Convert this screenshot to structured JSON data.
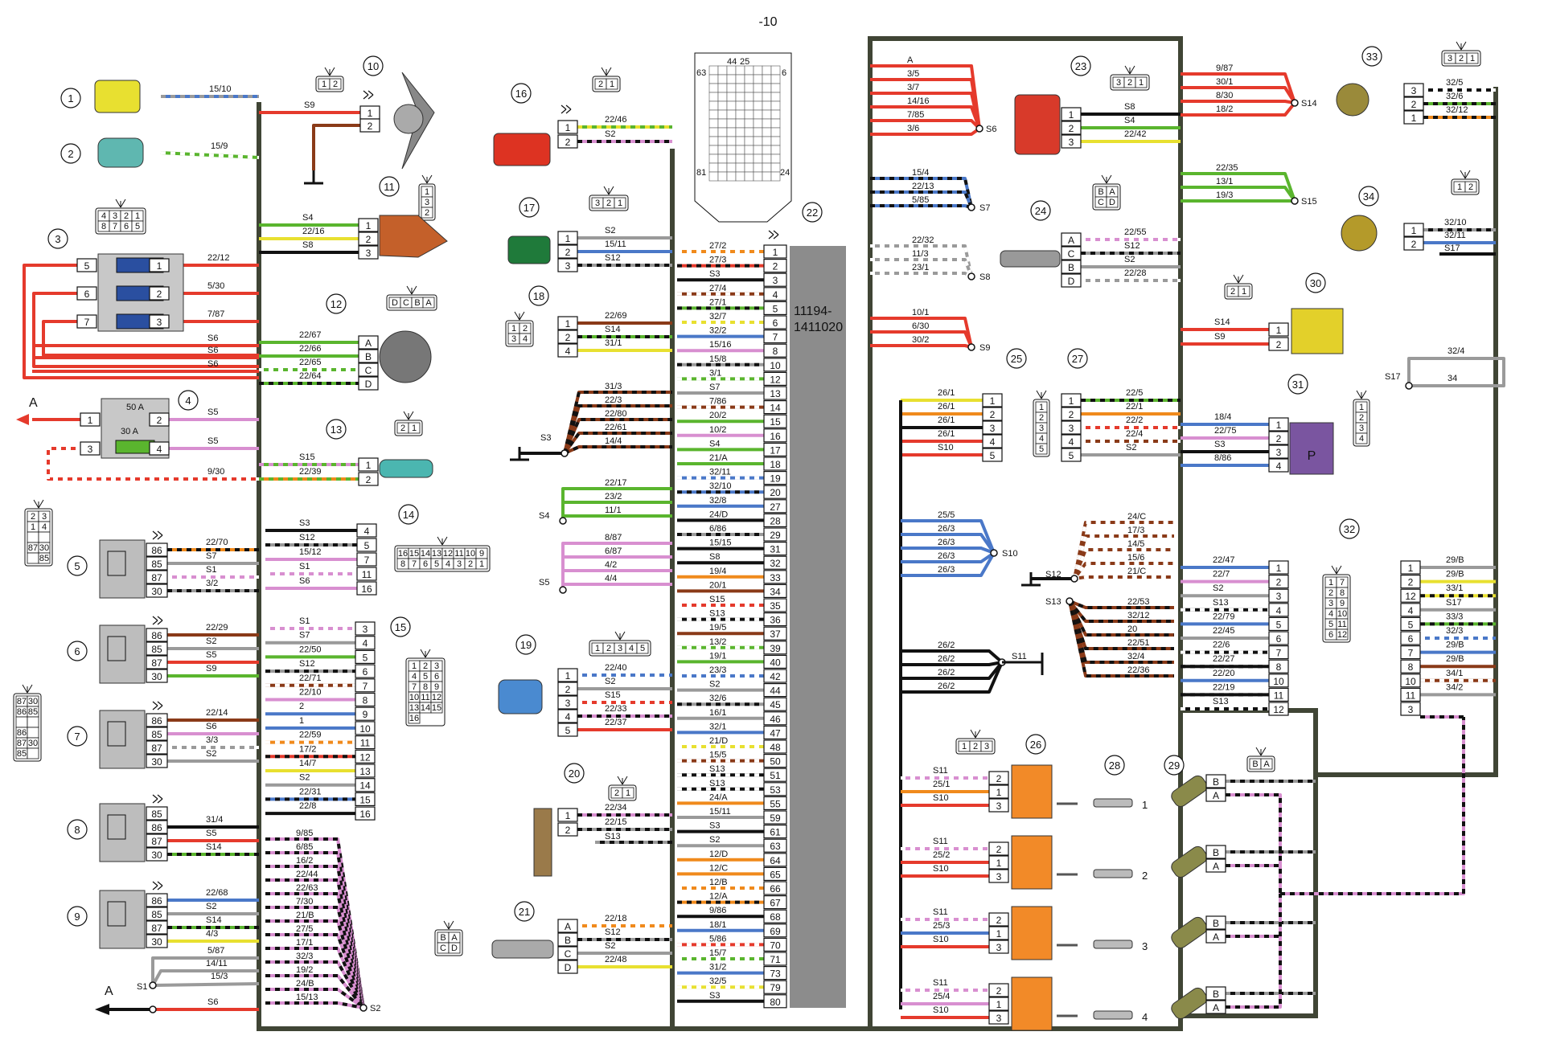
{
  "diagram": {
    "page_mark": "-10",
    "ecu_id": [
      "11194-",
      "1411020"
    ],
    "relay_terms": [
      "86",
      "85",
      "87",
      "30"
    ],
    "fuse_box": {
      "f1": "50 A",
      "f2": "30 A"
    },
    "circled_numbers": [
      "1",
      "2",
      "3",
      "4",
      "5",
      "6",
      "7",
      "8",
      "9",
      "10",
      "11",
      "12",
      "13",
      "14",
      "15",
      "16",
      "17",
      "18",
      "19",
      "20",
      "21",
      "22",
      "23",
      "24",
      "25",
      "26",
      "27",
      "28",
      "29",
      "30",
      "31",
      "32",
      "33",
      "34"
    ],
    "left_wires": [
      {
        "num": "1",
        "label": "15/10"
      },
      {
        "num": "2",
        "label": "15/9"
      }
    ],
    "fuse3_wires": [
      "22/12",
      "5/30",
      "7/87",
      "S6",
      "S6",
      "S6"
    ],
    "fuse4_wires": [
      "S5",
      "S5",
      "9/30"
    ],
    "relay5_wires": [
      "22/70",
      "S7",
      "S1",
      "3/2"
    ],
    "relay6_wires": [
      "22/29",
      "S2",
      "S5",
      "S9"
    ],
    "relay7_wires": [
      "22/14",
      "S6",
      "3/3",
      "S2"
    ],
    "relay8_wires": [
      "31/4",
      "S5",
      "S14"
    ],
    "relay9_wires": [
      "22/68",
      "S2",
      "S14",
      "4/3"
    ],
    "s1_wires": [
      "5/87",
      "14/11",
      "15/3"
    ],
    "bottom_left": {
      "wire": "S6",
      "arrow": "A",
      "node": "S1"
    },
    "top_arrow": "A",
    "comp10_wires": [
      "S9"
    ],
    "comp11_wires": [
      "S4",
      "22/16",
      "S8"
    ],
    "comp12_wires": [
      "22/67",
      "22/66",
      "22/65",
      "22/64"
    ],
    "comp12_pins": [
      "A",
      "B",
      "C",
      "D"
    ],
    "comp12_conn": [
      "D",
      "C",
      "B",
      "A"
    ],
    "comp13_wires": [
      "S15",
      "22/39"
    ],
    "comp14_wires": [
      "S3",
      "S12",
      "15/12",
      "S1",
      "S6"
    ],
    "comp14_pins": [
      "4",
      "5",
      "7",
      "11",
      "16"
    ],
    "comp14_conn_top": [
      "16",
      "15",
      "14",
      "13",
      "12",
      "11",
      "10",
      "9"
    ],
    "comp14_conn_bot": [
      "8",
      "7",
      "6",
      "5",
      "4",
      "3",
      "2",
      "1"
    ],
    "comp15_wires": [
      "S1",
      "S7",
      "22/50",
      "S12",
      "22/71",
      "22/10",
      "2",
      "1",
      "22/59",
      "17/2",
      "14/7",
      "S2",
      "22/31",
      "22/8"
    ],
    "comp15_pins": [
      "3",
      "4",
      "5",
      "6",
      "7",
      "8",
      "9",
      "10",
      "11",
      "12",
      "13",
      "14",
      "15",
      "16"
    ],
    "comp15_conn": [
      "1",
      "2",
      "3",
      "4",
      "5",
      "6",
      "7",
      "8",
      "9",
      "10",
      "11",
      "12",
      "13",
      "14",
      "15",
      "16"
    ],
    "s2_bundle": [
      "9/85",
      "6/85",
      "16/2",
      "22/44",
      "22/63",
      "7/30",
      "21/B",
      "27/5",
      "17/1",
      "32/3",
      "19/2",
      "24/B",
      "15/13"
    ],
    "s2_node": "S2",
    "comp16_wires": [
      "22/46",
      "S2"
    ],
    "comp17_wires": [
      "S2",
      "15/11",
      "S12"
    ],
    "comp18_wires": [
      "22/69",
      "S14",
      "31/1"
    ],
    "comp18_pins": [
      "1",
      "2",
      "4"
    ],
    "s3_bundle": [
      "31/3",
      "22/3",
      "22/80",
      "22/61",
      "14/4"
    ],
    "s3_node": "S3",
    "s4_bundle": [
      "22/17",
      "23/2",
      "11/1"
    ],
    "s4_node": "S4",
    "s5_bundle": [
      "8/87",
      "6/87",
      "4/2",
      "4/4"
    ],
    "s5_node": "S5",
    "comp19_wires": [
      "22/40",
      "S2",
      "S15",
      "22/33",
      "22/37"
    ],
    "comp19_conn": [
      "1",
      "2",
      "3",
      "4",
      "5"
    ],
    "comp20_wires": [
      "22/34",
      "22/15",
      "S13"
    ],
    "comp21_wires": [
      "22/18",
      "S12",
      "S2",
      "22/48"
    ],
    "comp21_pins": [
      "A",
      "B",
      "C",
      "D"
    ],
    "ecu_connector_top": [
      "44",
      "25",
      "63",
      "6",
      "81",
      "24"
    ],
    "ecu_wires": [
      "27/2",
      "27/3",
      "S3",
      "27/4",
      "27/1",
      "32/7",
      "32/2",
      "15/16",
      "15/8",
      "3/1",
      "S7",
      "7/86",
      "20/2",
      "10/2",
      "S4",
      "21/A",
      "32/11",
      "32/10",
      "32/8",
      "24/D",
      "6/86",
      "15/15",
      "S8",
      "19/4",
      "20/1",
      "S15",
      "S13",
      "19/5",
      "13/2",
      "19/1",
      "23/3",
      "S2",
      "32/6",
      "16/1",
      "32/1",
      "21/D",
      "15/5",
      "S13",
      "S13",
      "24/A",
      "15/11",
      "S3",
      "S2",
      "12/D",
      "12/C",
      "12/B",
      "12/A",
      "9/86",
      "18/1",
      "5/86",
      "15/7",
      "31/2",
      "32/5",
      "S3"
    ],
    "ecu_pins": [
      "1",
      "2",
      "3",
      "4",
      "5",
      "6",
      "7",
      "8",
      "10",
      "12",
      "13",
      "14",
      "15",
      "16",
      "17",
      "18",
      "19",
      "20",
      "27",
      "28",
      "29",
      "31",
      "32",
      "33",
      "34",
      "35",
      "36",
      "37",
      "39",
      "40",
      "42",
      "44",
      "45",
      "46",
      "47",
      "48",
      "50",
      "51",
      "53",
      "55",
      "59",
      "61",
      "63",
      "64",
      "65",
      "66",
      "67",
      "68",
      "69",
      "70",
      "71",
      "73",
      "79",
      "80"
    ],
    "s6_bundle": [
      "A",
      "3/5",
      "3/7",
      "14/16",
      "7/85",
      "3/6"
    ],
    "s6_node": "S6",
    "s7_bundle": [
      "15/4",
      "22/13",
      "5/85"
    ],
    "s7_node": "S7",
    "s8_bundle": [
      "22/32",
      "11/3",
      "23/1"
    ],
    "s8_node": "S8",
    "s9_bundle": [
      "10/1",
      "6/30",
      "30/2"
    ],
    "s9_node": "S9",
    "s10_bundle": [
      "25/5",
      "26/3",
      "26/3",
      "26/3",
      "26/3"
    ],
    "s10_node": "S10",
    "s11_bundle": [
      "26/2",
      "26/2",
      "26/2",
      "26/2"
    ],
    "s11_node": "S11",
    "comp23_wires": [
      "S8",
      "S4",
      "22/42"
    ],
    "comp23_conn": [
      "3",
      "2",
      "1"
    ],
    "comp24_wires": [
      "22/55",
      "S12",
      "S2",
      "22/28"
    ],
    "comp24_pins": [
      "A",
      "C",
      "B",
      "D"
    ],
    "comp24_conn": [
      "B",
      "A",
      "C",
      "D"
    ],
    "comp25_wires": [
      "26/1",
      "26/1",
      "26/1",
      "26/1",
      "S10"
    ],
    "comp27_wires": [
      "22/5",
      "22/1",
      "22/2",
      "22/4",
      "S2"
    ],
    "s12_s13_bundle_top": [
      "24/C",
      "17/3",
      "14/5",
      "15/6",
      "21/C"
    ],
    "s12_node": "S12",
    "s13_node": "S13",
    "s13_bundle": [
      "22/53",
      "32/12",
      "20",
      "22/51",
      "32/4",
      "22/36"
    ],
    "comp32_left_wires": [
      "22/47",
      "22/7",
      "S2",
      "S13",
      "22/79",
      "22/45",
      "22/6",
      "22/27",
      "22/20",
      "22/19",
      "S13"
    ],
    "comp32_pins": [
      "1",
      "2",
      "3",
      "4",
      "5",
      "6",
      "7",
      "8",
      "10",
      "11",
      "12"
    ],
    "comp32_conn": [
      "1",
      "7",
      "2",
      "8",
      "3",
      "9",
      "4",
      "10",
      "5",
      "11",
      "6",
      "12"
    ],
    "right_pins": [
      "1",
      "2",
      "12",
      "4",
      "5",
      "6",
      "7",
      "8",
      "10",
      "11",
      "3"
    ],
    "right_wires": [
      "29/B",
      "29/B",
      "33/1",
      "S17",
      "33/3",
      "32/3",
      "29/B",
      "29/B",
      "34/1",
      "34/2"
    ],
    "s14_bundle": [
      "9/87",
      "30/1",
      "8/30",
      "18/2"
    ],
    "s14_node": "S14",
    "s15_bundle": [
      "22/35",
      "13/1",
      "19/3"
    ],
    "s15_node": "S15",
    "comp33_wires": [
      "32/5",
      "32/6",
      "32/12"
    ],
    "comp33_conn": [
      "3",
      "2",
      "1"
    ],
    "comp34_wires": [
      "32/10",
      "32/11",
      "S17"
    ],
    "comp30_wires": [
      "S14",
      "S9"
    ],
    "comp31_wires": [
      "18/4",
      "22/75",
      "S3",
      "8/86"
    ],
    "comp31_label": "P",
    "s17": {
      "node": "S17",
      "wires": [
        "32/4",
        "34"
      ]
    },
    "coils": [
      {
        "wires": [
          "S11",
          "25/1",
          "S10"
        ],
        "pins": [
          "2",
          "1",
          "3"
        ],
        "cyl": "1"
      },
      {
        "wires": [
          "S11",
          "25/2",
          "S10"
        ],
        "pins": [
          "2",
          "1",
          "3"
        ],
        "cyl": "2"
      },
      {
        "wires": [
          "S11",
          "25/3",
          "S10"
        ],
        "pins": [
          "2",
          "1",
          "3"
        ],
        "cyl": "3"
      },
      {
        "wires": [
          "S11",
          "25/4",
          "S10"
        ],
        "pins": [
          "2",
          "1",
          "3"
        ],
        "cyl": "4"
      }
    ],
    "coil_conn": [
      "1",
      "2",
      "3"
    ],
    "injector_pins": [
      "B",
      "A"
    ],
    "injector_conn": [
      "B",
      "A"
    ]
  },
  "colors": {
    "red": "#e53a2c",
    "green": "#5ab52e",
    "blue": "#4a78c8",
    "brown": "#8a3a18",
    "pink": "#d88fd0",
    "yellow": "#e8e030",
    "orange": "#f08a1c",
    "gray": "#9a9a9a",
    "black": "#111111",
    "frame": "#404535",
    "ecu": "#8c8c8c"
  }
}
